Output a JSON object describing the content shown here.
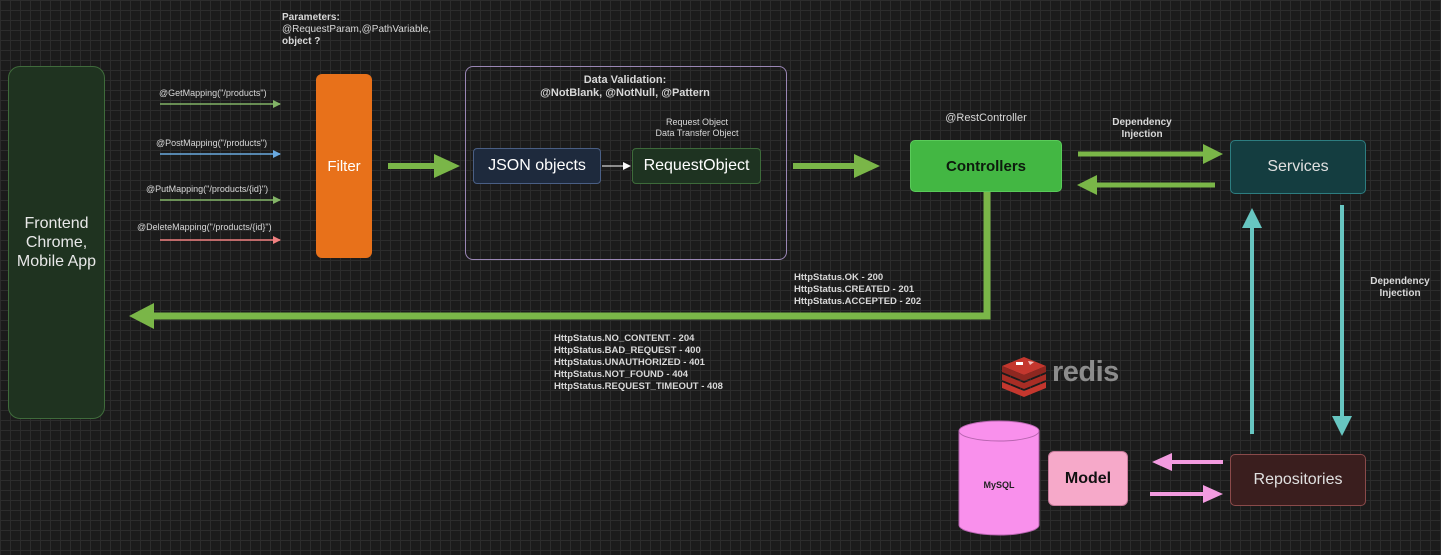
{
  "frontend": {
    "line1": "Frontend",
    "line2": "Chrome,",
    "line3": "Mobile App"
  },
  "parameters": {
    "title": "Parameters:",
    "line2": "@RequestParam,@PathVariable,",
    "line3": "object ?"
  },
  "mappings": [
    {
      "label": "@GetMapping(\"/products\")",
      "color": "#82b366"
    },
    {
      "label": "@PostMapping(\"/products\")",
      "color": "#6aa9e0"
    },
    {
      "label": "@PutMapping(\"/products/{id}\")",
      "color": "#82b366"
    },
    {
      "label": "@DeleteMapping(\"/products/{id}\")",
      "color": "#f08080"
    }
  ],
  "filter": {
    "label": "Filter",
    "color": "#e8711a"
  },
  "validation": {
    "title": "Data Validation:",
    "annotations": "@NotBlank, @NotNull, @Pattern"
  },
  "request_object_note": {
    "line1": "Request Object",
    "line2": "Data Transfer Object"
  },
  "json_objects": "JSON objects",
  "request_object": "RequestObject",
  "rest_controller": "@RestController",
  "controllers": "Controllers",
  "services": "Services",
  "repositories": "Repositories",
  "model": "Model",
  "mysql": "MySQL",
  "redis": "redis",
  "dependency_injection_top": {
    "line1": "Dependency",
    "line2": "Injection"
  },
  "dependency_injection_right": {
    "line1": "Dependency",
    "line2": "Injection"
  },
  "status_success": [
    "HttpStatus.OK - 200",
    "HttpStatus.CREATED - 201",
    "HttpStatus.ACCEPTED - 202"
  ],
  "status_other": [
    "HttpStatus.NO_CONTENT - 204",
    "HttpStatus.BAD_REQUEST - 400",
    "HttpStatus.UNAUTHORIZED - 401",
    "HttpStatus.NOT_FOUND - 404",
    "HttpStatus.REQUEST_TIMEOUT - 408"
  ],
  "colors": {
    "green_arrow": "#7ab648",
    "teal_arrow": "#67c6c1",
    "pink_arrow": "#f39be0",
    "mysql_fill": "#f990ec"
  }
}
